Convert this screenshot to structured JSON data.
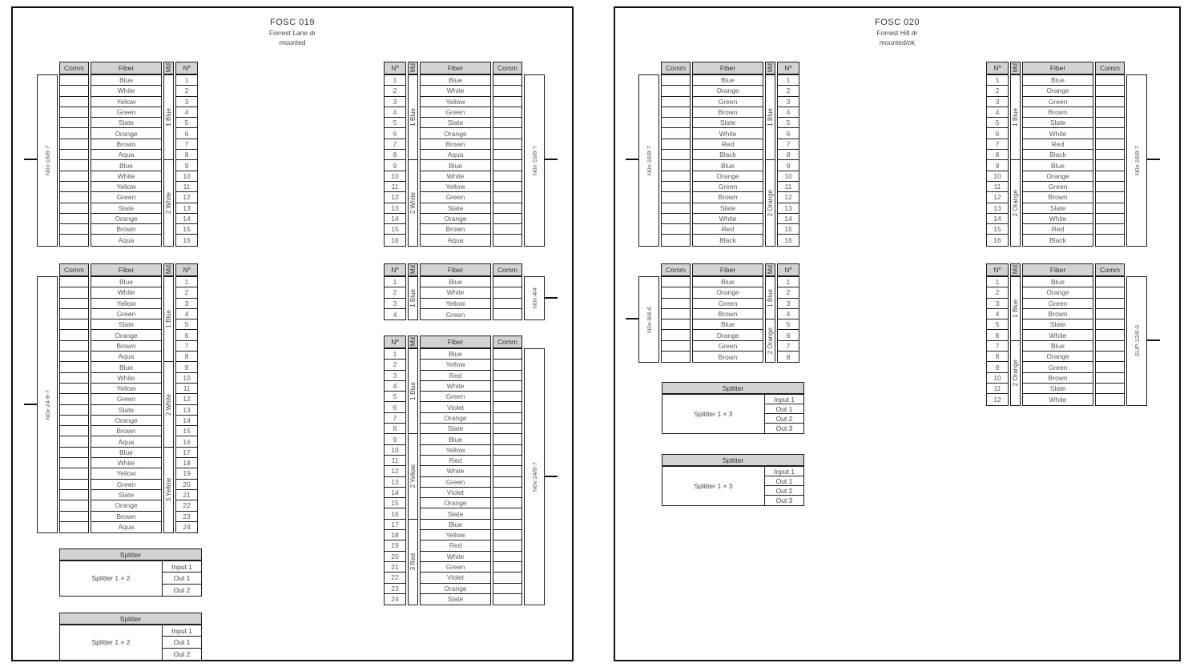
{
  "colors": {
    "green": "#3a7f3d",
    "blue": "#3e9cd8",
    "pink": "#d5326e",
    "orange": "#e98a2e",
    "navy": "#3a4c9f",
    "gray": "#4a4a4a",
    "line": "#1c1c1c",
    "header_fill": "#d3d3d3"
  },
  "table_headers": {
    "comm": "Comm",
    "fiber": "Fiber",
    "md": "Md",
    "no": "Nº"
  },
  "pages": [
    {
      "title": {
        "line1": "FOSC 019",
        "line2": "Forrest Lane dr",
        "line3": "mounted"
      },
      "tables": [
        {
          "id": "T1",
          "cable": "N0x-16/8-7",
          "modules": [
            {
              "label": "1 Blue",
              "rows": [
                "Blue",
                "White",
                "Yellow",
                "Green",
                "Slate",
                "Orange",
                "Brown",
                "Aqua"
              ]
            },
            {
              "label": "2 White",
              "rows": [
                "Blue",
                "White",
                "Yellow",
                "Green",
                "Slate",
                "Orange",
                "Brown",
                "Aqua"
              ]
            }
          ]
        },
        {
          "id": "T2",
          "cable": "N0x-16/8-7",
          "modules": [
            {
              "label": "1 Blue",
              "rows": [
                "Blue",
                "White",
                "Yellow",
                "Green",
                "Slate",
                "Orange",
                "Brown",
                "Aqua"
              ]
            },
            {
              "label": "2 White",
              "rows": [
                "Blue",
                "White",
                "Yellow",
                "Green",
                "Slate",
                "Orange",
                "Brown",
                "Aqua"
              ]
            }
          ]
        },
        {
          "id": "T3",
          "cable": "N0x-24-8-7",
          "modules": [
            {
              "label": "1 Blue",
              "rows": [
                "Blue",
                "White",
                "Yellow",
                "Green",
                "Slate",
                "Orange",
                "Brown",
                "Aqua"
              ]
            },
            {
              "label": "2 White",
              "rows": [
                "Blue",
                "White",
                "Yellow",
                "Green",
                "Slate",
                "Orange",
                "Brown",
                "Aqua"
              ]
            },
            {
              "label": "3 Yellow",
              "rows": [
                "Blue",
                "White",
                "Yellow",
                "Green",
                "Slate",
                "Orange",
                "Brown",
                "Aqua"
              ]
            }
          ]
        },
        {
          "id": "T4",
          "cable": "N0x-4/4",
          "modules": [
            {
              "label": "1 Blue",
              "rows": [
                "Blue",
                "White",
                "Yellow",
                "Green"
              ]
            }
          ]
        },
        {
          "id": "T5",
          "cable": "N0x-24/8-7",
          "modules": [
            {
              "label": "1 Blue",
              "rows": [
                "Blue",
                "Yellow",
                "Red",
                "White",
                "Green",
                "Violet",
                "Orange",
                "Slate"
              ]
            },
            {
              "label": "2 Yellow",
              "rows": [
                "Blue",
                "Yellow",
                "Red",
                "White",
                "Green",
                "Violet",
                "Orange",
                "Slate"
              ]
            },
            {
              "label": "3 Red",
              "rows": [
                "Blue",
                "Yellow",
                "Red",
                "White",
                "Green",
                "Violet",
                "Orange",
                "Slate"
              ]
            }
          ]
        }
      ],
      "splitters": [
        {
          "id": "S1",
          "header": "Splitter",
          "label": "Splitter 1 × 2",
          "ports": [
            "Input 1",
            "Out 1",
            "Out 2"
          ]
        },
        {
          "id": "S2",
          "header": "Splitter",
          "label": "Splitter 1 × 2",
          "ports": [
            "Input 1",
            "Out 1",
            "Out 2"
          ]
        }
      ],
      "connections": [
        {
          "from": "T1:1",
          "to": "T2:1",
          "color": "green"
        },
        {
          "from": "T1:2",
          "to": "T2:2",
          "color": "green"
        },
        {
          "from": "T1:3",
          "to": "T2:3",
          "color": "green"
        },
        {
          "from": "T1:4",
          "to": "T2:4",
          "color": "green"
        },
        {
          "from": "T1:5",
          "to": "T2:5",
          "color": "green"
        },
        {
          "from": "T1:6",
          "to": "T2:6",
          "color": "green"
        },
        {
          "from": "T1:7",
          "to": "T2:7",
          "color": "green"
        },
        {
          "from": "T1:8",
          "to": "T2:8",
          "color": "green"
        },
        {
          "from": "T1:9",
          "to": "S1:in",
          "color": "pink"
        },
        {
          "from": "T1:10",
          "to": "T2:12",
          "color": "gray"
        },
        {
          "from": "T1:11",
          "to": "T2:13",
          "color": "gray"
        },
        {
          "from": "T1:12",
          "to": "T2:14",
          "color": "gray"
        },
        {
          "from": "T1:13",
          "to": "T2:15",
          "color": "gray"
        },
        {
          "from": "T1:14",
          "to": "T4:1",
          "color": "gray"
        },
        {
          "from": "T1:15",
          "to": "T4:2",
          "color": "gray"
        },
        {
          "from": "T1:16",
          "to": "T4:3",
          "color": "gray"
        },
        {
          "from": "T3:2",
          "to": "T5:20",
          "color": "gray"
        },
        {
          "from": "T3:3",
          "to": "T5:21",
          "color": "gray"
        },
        {
          "from": "T3:4",
          "to": "T5:22",
          "color": "gray"
        },
        {
          "from": "T3:5",
          "to": "T5:2",
          "color": "gray"
        },
        {
          "from": "T3:6",
          "to": "T5:3",
          "color": "gray"
        },
        {
          "from": "T3:7",
          "to": "T5:4",
          "color": "gray"
        },
        {
          "from": "T3:8",
          "to": "T5:5",
          "color": "gray"
        },
        {
          "from": "T3:9",
          "to": "T5:6",
          "color": "gray"
        },
        {
          "from": "T3:10",
          "to": "T5:7",
          "color": "gray"
        },
        {
          "from": "T3:11",
          "to": "T5:8",
          "color": "gray"
        },
        {
          "from": "T3:12",
          "to": "T5:9",
          "color": "gray"
        },
        {
          "from": "T3:13",
          "to": "T5:10",
          "color": "gray"
        },
        {
          "from": "T3:14",
          "to": "T5:11",
          "color": "gray"
        },
        {
          "from": "T3:15",
          "to": "T5:12",
          "color": "gray"
        },
        {
          "from": "T3:16",
          "to": "T5:13",
          "color": "gray"
        },
        {
          "from": "T3:17",
          "to": "T5:14",
          "color": "gray"
        },
        {
          "from": "T3:18",
          "to": "T5:15",
          "color": "gray"
        },
        {
          "from": "T3:19",
          "to": "T5:16",
          "color": "gray"
        },
        {
          "from": "T3:20",
          "to": "T5:17",
          "color": "gray"
        },
        {
          "from": "T3:21",
          "to": "T5:18",
          "color": "gray"
        },
        {
          "from": "T3:22",
          "to": "T5:19",
          "color": "gray"
        },
        {
          "from": "S1:out1",
          "to": "T5:1",
          "color": "pink"
        },
        {
          "from": "S1:out2",
          "to": "S2:in",
          "color": "gray"
        },
        {
          "from": "S2:out1",
          "to": "T5:23",
          "color": "navy"
        },
        {
          "from": "S2:out2",
          "to": "T5:24",
          "color": "navy"
        }
      ]
    },
    {
      "title": {
        "line1": "FOSC 020",
        "line2": "Forrest Hill dr",
        "line3": "mounted/ok"
      },
      "tables": [
        {
          "id": "U1",
          "cable": "N0x-16/8-7",
          "modules": [
            {
              "label": "1 Blue",
              "rows": [
                "Blue",
                "Orange",
                "Green",
                "Brown",
                "Slate",
                "White",
                "Red",
                "Black"
              ]
            },
            {
              "label": "2 Orange",
              "rows": [
                "Blue",
                "Orange",
                "Green",
                "Brown",
                "Slate",
                "White",
                "Red",
                "Black"
              ]
            }
          ]
        },
        {
          "id": "U2",
          "cable": "N0x-8/4-6",
          "modules": [
            {
              "label": "1 Blue",
              "rows": [
                "Blue",
                "Orange",
                "Green",
                "Brown"
              ]
            },
            {
              "label": "2 Orange",
              "rows": [
                "Blue",
                "Orange",
                "Green",
                "Brown"
              ]
            }
          ]
        },
        {
          "id": "U3",
          "cable": "N0x-16/8-7",
          "modules": [
            {
              "label": "1 Blue",
              "rows": [
                "Blue",
                "Orange",
                "Green",
                "Brown",
                "Slate",
                "White",
                "Red",
                "Black"
              ]
            },
            {
              "label": "2 Orange",
              "rows": [
                "Blue",
                "Orange",
                "Green",
                "Brown",
                "Slate",
                "White",
                "Red",
                "Black"
              ]
            }
          ]
        },
        {
          "id": "U4",
          "cable": "SUP-12/6-0",
          "modules": [
            {
              "label": "1 Blue",
              "rows": [
                "Blue",
                "Orange",
                "Green",
                "Brown",
                "Slate",
                "White"
              ]
            },
            {
              "label": "2 Orange",
              "rows": [
                "Blue",
                "Orange",
                "Green",
                "Brown",
                "Slate",
                "White"
              ]
            }
          ]
        }
      ],
      "splitters": [
        {
          "id": "V1",
          "header": "Splitter",
          "label": "Splitter 1 × 3",
          "ports": [
            "Input 1",
            "Out 1",
            "Out 2",
            "Out 3"
          ]
        },
        {
          "id": "V2",
          "header": "Splitter",
          "label": "Splitter 1 × 3",
          "ports": [
            "Input 1",
            "Out 1",
            "Out 2",
            "Out 3"
          ]
        }
      ],
      "connections": [
        {
          "from": "U1:1",
          "to": "U3:7",
          "color": "green"
        },
        {
          "from": "U1:2",
          "to": "U3:8",
          "color": "green"
        },
        {
          "from": "U1:3",
          "to": "U3:9",
          "color": "green"
        },
        {
          "from": "U1:4",
          "to": "U3:10",
          "color": "green"
        },
        {
          "from": "U1:5",
          "to": "U3:11",
          "color": "green"
        },
        {
          "from": "U1:6",
          "to": "U3:12",
          "color": "green"
        },
        {
          "from": "U1:7",
          "to": "U3:13",
          "color": "green"
        },
        {
          "from": "U1:8",
          "to": "V1:in",
          "color": "pink"
        },
        {
          "from": "U1:9",
          "to": "U2:1",
          "color": "gray"
        },
        {
          "from": "U1:10",
          "to": "U2:2",
          "color": "gray"
        },
        {
          "from": "U1:11",
          "to": "U3:16",
          "color": "gray"
        },
        {
          "from": "U2:3",
          "to": "U3:1",
          "color": "blue"
        },
        {
          "from": "U2:4",
          "to": "U3:2",
          "color": "blue"
        },
        {
          "from": "U2:5",
          "to": "U3:3",
          "color": "blue"
        },
        {
          "from": "U2:6",
          "to": "U3:4",
          "color": "blue"
        },
        {
          "from": "U2:7",
          "to": "U3:5",
          "color": "blue"
        },
        {
          "from": "U2:8",
          "to": "U3:6",
          "color": "blue"
        },
        {
          "from": "V1:out1",
          "to": "V2:in",
          "color": "pink"
        },
        {
          "from": "V1:out2",
          "to": "U3:14",
          "color": "pink"
        },
        {
          "from": "V1:out3",
          "to": "U3:15",
          "color": "pink"
        },
        {
          "from": "V2:out1",
          "to": "U4:5",
          "color": "orange"
        },
        {
          "from": "V2:out2",
          "to": "U4:6",
          "color": "orange"
        },
        {
          "from": "V2:out3",
          "to": "U4:7",
          "color": "orange"
        }
      ]
    }
  ]
}
